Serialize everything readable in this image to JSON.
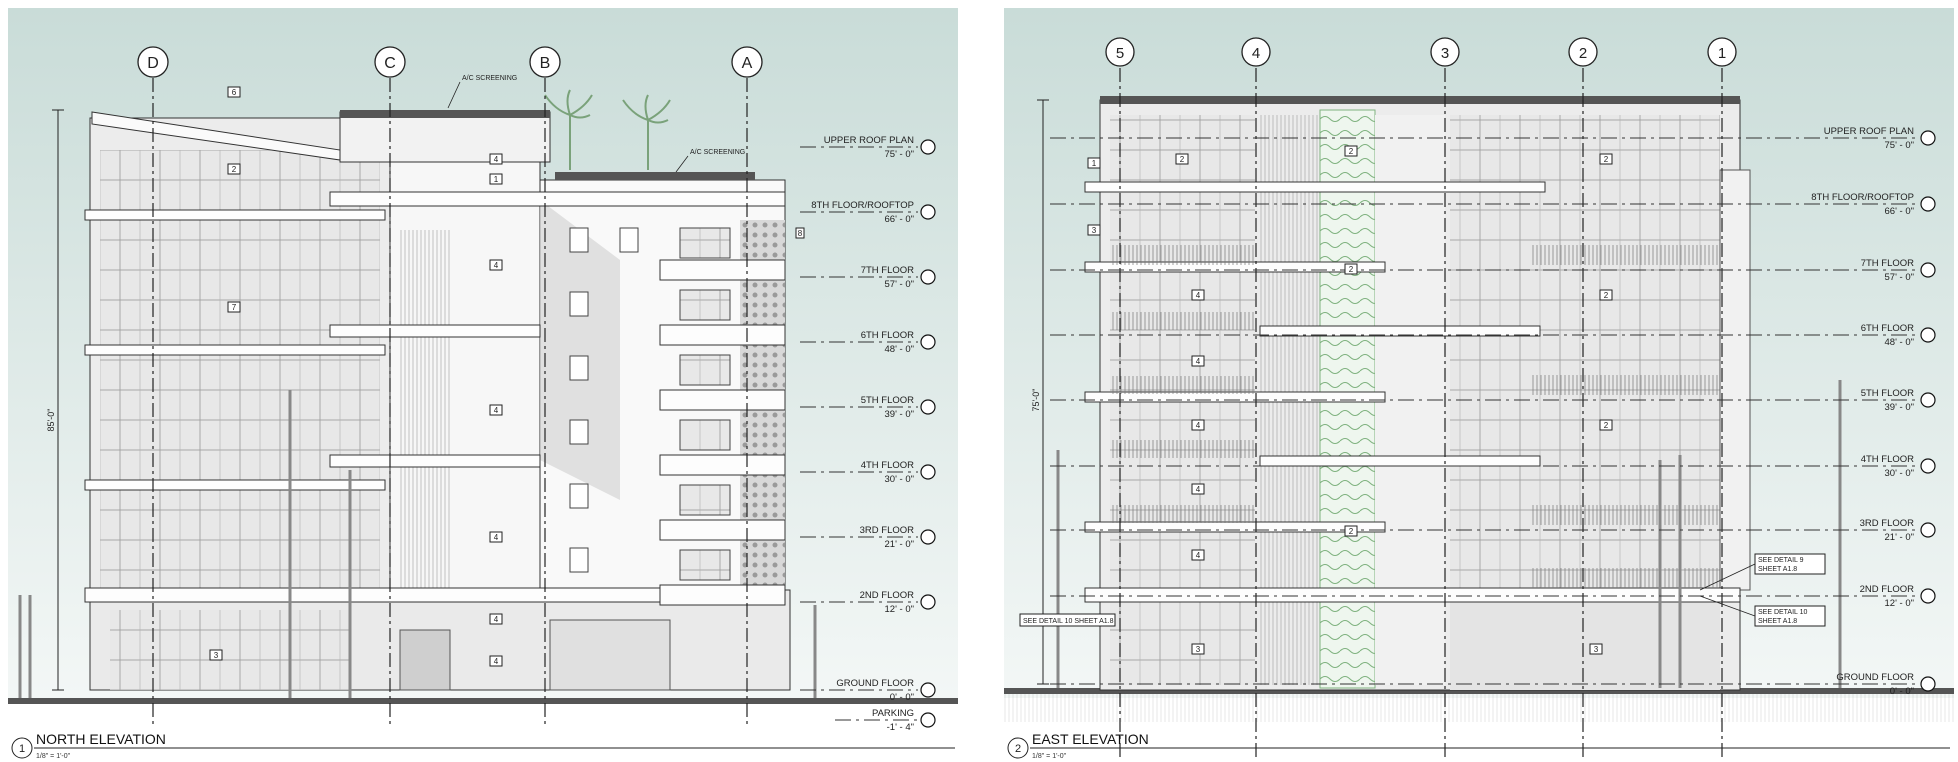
{
  "panels": [
    {
      "id": "north",
      "number": "1",
      "title": "NORTH ELEVATION",
      "scale": "1/8\" = 1'-0\"",
      "grid_labels": [
        "D",
        "C",
        "B",
        "A"
      ],
      "overall_height": "85'-0\"",
      "annotations": [
        "A/C SCREENING",
        "A/C SCREENING"
      ],
      "tags": [
        "6",
        "2",
        "4",
        "1",
        "4",
        "7",
        "4",
        "4",
        "4",
        "3",
        "4",
        "8"
      ],
      "levels": [
        {
          "name": "UPPER ROOF PLAN",
          "elev": "75' - 0\""
        },
        {
          "name": "8TH FLOOR/ROOFTOP",
          "elev": "66' - 0\""
        },
        {
          "name": "7TH FLOOR",
          "elev": "57' - 0\""
        },
        {
          "name": "6TH FLOOR",
          "elev": "48' - 0\""
        },
        {
          "name": "5TH FLOOR",
          "elev": "39' - 0\""
        },
        {
          "name": "4TH FLOOR",
          "elev": "30' - 0\""
        },
        {
          "name": "3RD FLOOR",
          "elev": "21' - 0\""
        },
        {
          "name": "2ND FLOOR",
          "elev": "12' - 0\""
        },
        {
          "name": "GROUND FLOOR",
          "elev": "0' - 0\""
        },
        {
          "name": "PARKING",
          "elev": "-1' - 4\""
        }
      ]
    },
    {
      "id": "east",
      "number": "2",
      "title": "EAST ELEVATION",
      "scale": "1/8\" = 1'-0\"",
      "grid_labels": [
        "5",
        "4",
        "3",
        "2",
        "1"
      ],
      "overall_height": "75'-0\"",
      "tags": [
        "2",
        "2",
        "1",
        "3",
        "2",
        "2",
        "4",
        "4",
        "4",
        "4",
        "4",
        "2",
        "2",
        "2",
        "3",
        "3"
      ],
      "notes": [
        "SEE DETAIL 9\nSHEET A1.8",
        "SEE DETAIL 10\nSHEET A1.8",
        "SEE DETAIL 10 SHEET A1.8"
      ],
      "levels": [
        {
          "name": "UPPER ROOF PLAN",
          "elev": "75' - 0\""
        },
        {
          "name": "8TH FLOOR/ROOFTOP",
          "elev": "66' - 0\""
        },
        {
          "name": "7TH FLOOR",
          "elev": "57' - 0\""
        },
        {
          "name": "6TH FLOOR",
          "elev": "48' - 0\""
        },
        {
          "name": "5TH FLOOR",
          "elev": "39' - 0\""
        },
        {
          "name": "4TH FLOOR",
          "elev": "30' - 0\""
        },
        {
          "name": "3RD FLOOR",
          "elev": "21' - 0\""
        },
        {
          "name": "2ND FLOOR",
          "elev": "12' - 0\""
        },
        {
          "name": "GROUND FLOOR",
          "elev": "0' - 0\""
        }
      ]
    }
  ],
  "colors": {
    "sky_top": "#c9dcd8",
    "sky_bottom": "#f3f7f6",
    "line": "#222222",
    "glass": "#dcdcdc",
    "wall": "#f4f4f4",
    "green_wall": "#9bc49b"
  }
}
